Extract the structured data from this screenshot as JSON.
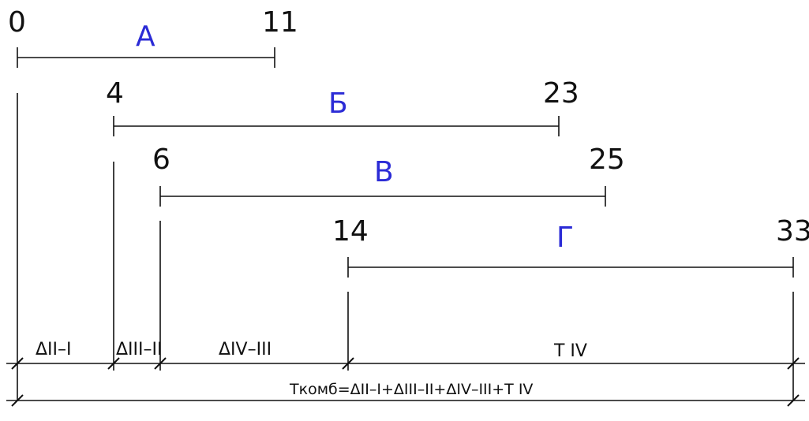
{
  "colors": {
    "ink": "#111111",
    "label": "#2b2bd6"
  },
  "operations": [
    {
      "name": "А",
      "start": "0",
      "end": "11"
    },
    {
      "name": "Б",
      "start": "4",
      "end": "23"
    },
    {
      "name": "В",
      "start": "6",
      "end": "25"
    },
    {
      "name": "Г",
      "start": "14",
      "end": "33"
    }
  ],
  "segments": [
    {
      "label": "ΔII–I"
    },
    {
      "label": "ΔIII–II"
    },
    {
      "label": "ΔIV–III"
    },
    {
      "label": "T IV"
    }
  ],
  "total": {
    "label": "Tкомб=ΔII–I+ΔIII–II+ΔIV–III+T IV"
  }
}
